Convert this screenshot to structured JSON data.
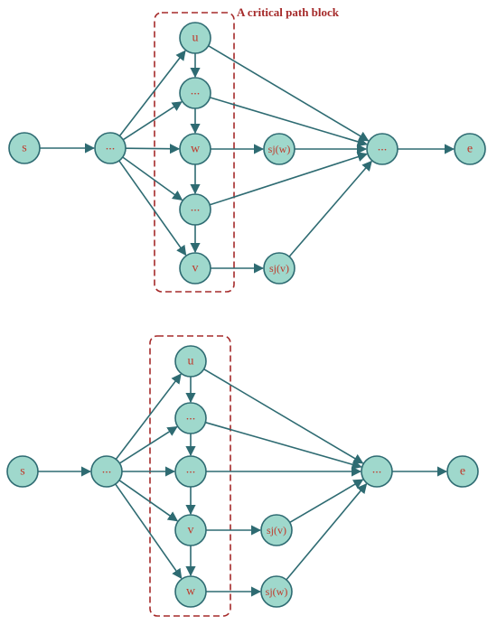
{
  "diagram_top": {
    "block_label": "A critical path block",
    "nodes": {
      "s": "s",
      "a": "...",
      "u": "u",
      "m1": "...",
      "w": "w",
      "m2": "...",
      "v": "v",
      "sjw": "sj(w)",
      "sjv": "sj(v)",
      "b": "...",
      "e": "e"
    }
  },
  "diagram_bottom": {
    "nodes": {
      "s": "s",
      "a": "...",
      "u": "u",
      "m1": "...",
      "m2": "...",
      "v": "v",
      "w": "w",
      "sjv": "sj(v)",
      "sjw": "sj(w)",
      "b": "...",
      "e": "e"
    }
  },
  "colors": {
    "node_fill": "#9fd8cc",
    "edge": "#2e6b72",
    "label_text": "#c0392b",
    "block_border": "#a52a2a"
  }
}
